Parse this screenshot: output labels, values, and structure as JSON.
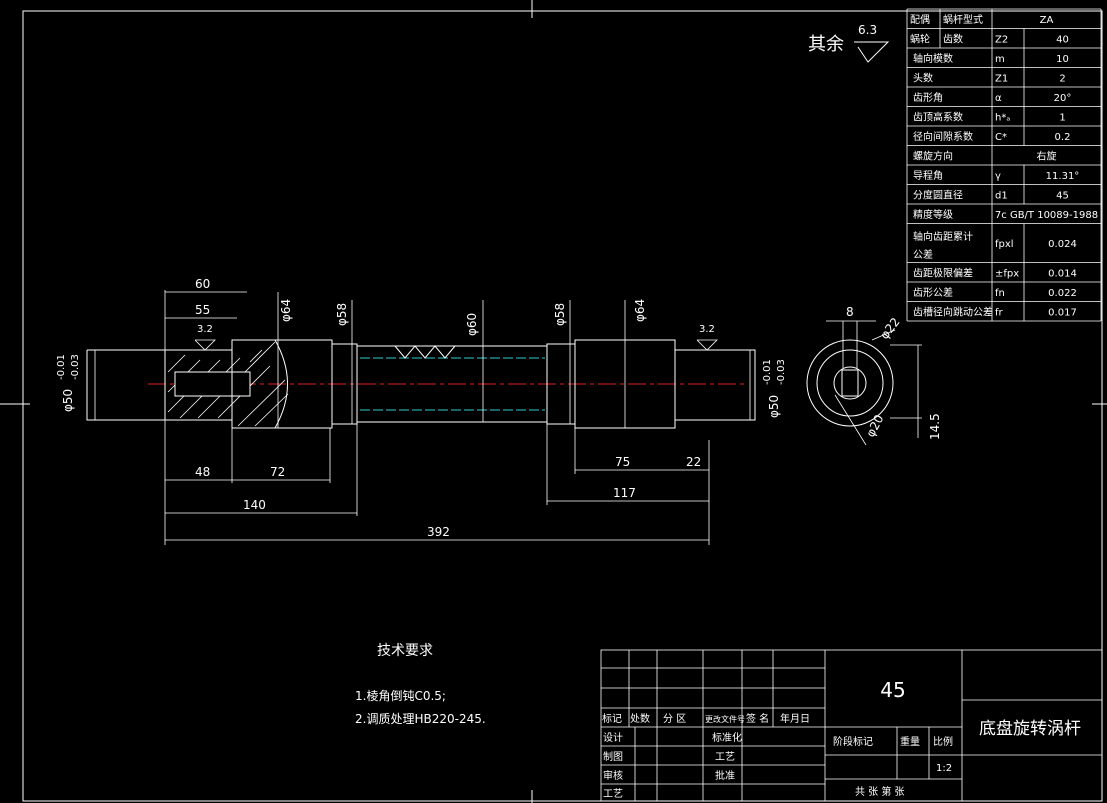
{
  "surface_finish_note": {
    "label": "其余",
    "value": "6.3"
  },
  "gear_table": [
    {
      "name": "配偶",
      "name2": "蜗杆型式",
      "sym": "",
      "val": "ZA"
    },
    {
      "name": "蜗轮",
      "name2": "齿数",
      "sym": "Z2",
      "val": "40"
    },
    {
      "name": "轴向模数",
      "name2": "",
      "sym": "m",
      "val": "10"
    },
    {
      "name": "头数",
      "name2": "",
      "sym": "Z1",
      "val": "2"
    },
    {
      "name": "齿形角",
      "name2": "",
      "sym": "α",
      "val": "20°"
    },
    {
      "name": "齿顶高系数",
      "name2": "",
      "sym": "h*ₐ",
      "val": "1"
    },
    {
      "name": "径向间隙系数",
      "name2": "",
      "sym": "C*",
      "val": "0.2"
    },
    {
      "name": "螺旋方向",
      "name2": "",
      "sym": "",
      "val": "右旋"
    },
    {
      "name": "导程角",
      "name2": "",
      "sym": "γ",
      "val": "11.31°"
    },
    {
      "name": "分度圆直径",
      "name2": "",
      "sym": "d1",
      "val": "45"
    },
    {
      "name": "精度等级",
      "name2": "",
      "sym": "",
      "val": "7c GB/T 10089-1988"
    },
    {
      "name": "轴向齿距累计",
      "name2": "公差",
      "sym": "fpxl",
      "val": "0.024"
    },
    {
      "name": "齿距极限偏差",
      "name2": "",
      "sym": "±fpx",
      "val": "0.014"
    },
    {
      "name": "齿形公差",
      "name2": "",
      "sym": "fn",
      "val": "0.022"
    },
    {
      "name": "齿槽径向跳动公差",
      "name2": "",
      "sym": "fr",
      "val": "0.017"
    }
  ],
  "dimensions": {
    "d60": "60",
    "d55": "55",
    "d48": "48",
    "d72": "72",
    "d140": "140",
    "d392": "392",
    "d75": "75",
    "d22": "22",
    "d117": "117",
    "d8": "8",
    "d14_5": "14.5",
    "phi64a": "φ64",
    "phi58a": "φ58",
    "phi60": "φ60",
    "phi58b": "φ58",
    "phi64b": "φ64",
    "phi22": "φ22",
    "phi20": "φ20",
    "phi50_left": "φ50",
    "tol_left_up": "-0.01",
    "tol_left_dn": "-0.03",
    "phi50_right": "φ50",
    "tol_right_up": "-0.01",
    "tol_right_dn": "-0.03",
    "rough_left": "3.2",
    "rough_right": "3.2"
  },
  "tech_req": {
    "title": "技术要求",
    "items": [
      "1.棱角倒钝C0.5;",
      "2.调质处理HB220-245."
    ]
  },
  "title_block": {
    "material": "45",
    "part_name": "底盘旋转涡杆",
    "scale": "1:2",
    "cols": [
      "标记",
      "处数",
      "分 区",
      "更改文件号",
      "签 名",
      "年月日"
    ],
    "rows": [
      "设计",
      "制图",
      "审核",
      "工艺"
    ],
    "std": "标准化",
    "gongyi": "工艺",
    "pizhun": "批准",
    "stage": "阶段标记",
    "weight": "重量",
    "ratio": "比例",
    "sheets": "共  张  第  张"
  }
}
